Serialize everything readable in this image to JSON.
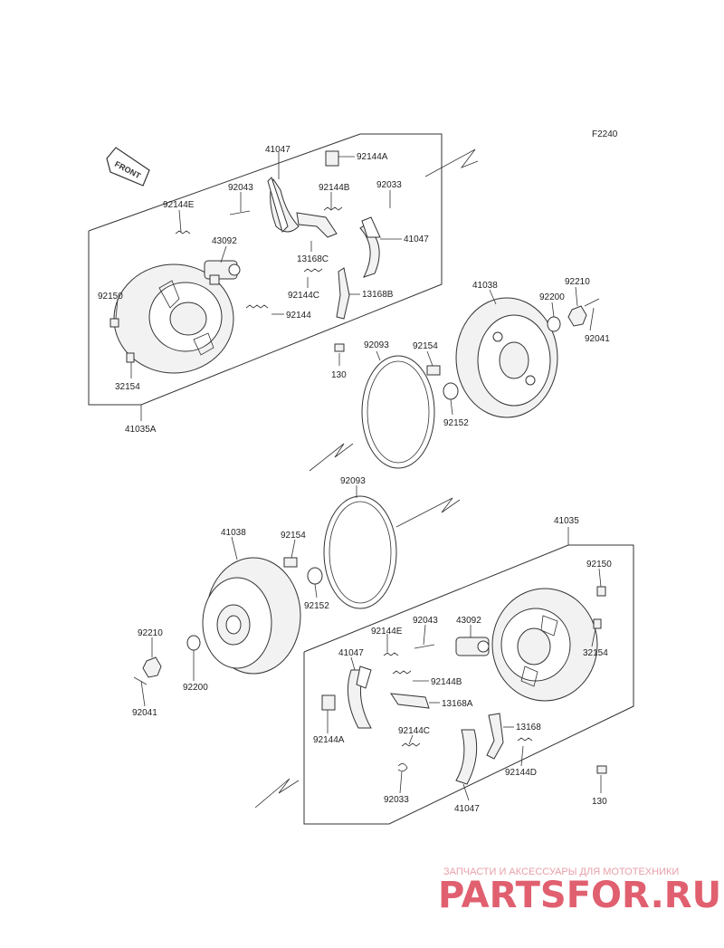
{
  "figure_code": "F2240",
  "front_label": "FRONT",
  "watermark": {
    "tagline": "ЗАПЧАСТИ И АКСЕССУАРЫ ДЛЯ МОТОТЕХНИКИ",
    "brand": "PARTSFOR.RU"
  },
  "labels": [
    {
      "id": "t-41047",
      "text": "41047"
    },
    {
      "id": "t-92144A",
      "text": "92144A"
    },
    {
      "id": "t-92043",
      "text": "92043"
    },
    {
      "id": "t-92144B",
      "text": "92144B"
    },
    {
      "id": "t-92033",
      "text": "92033"
    },
    {
      "id": "t-92144E",
      "text": "92144E"
    },
    {
      "id": "t-43092",
      "text": "43092"
    },
    {
      "id": "t-41047b",
      "text": "41047"
    },
    {
      "id": "t-13168C",
      "text": "13168C"
    },
    {
      "id": "t-92150",
      "text": "92150"
    },
    {
      "id": "t-92144C",
      "text": "92144C"
    },
    {
      "id": "t-13168B",
      "text": "13168B"
    },
    {
      "id": "t-92144",
      "text": "92144"
    },
    {
      "id": "t-32154",
      "text": "32154"
    },
    {
      "id": "t-130",
      "text": "130"
    },
    {
      "id": "t-41035A",
      "text": "41035A"
    },
    {
      "id": "t-41038",
      "text": "41038"
    },
    {
      "id": "t-92210",
      "text": "92210"
    },
    {
      "id": "t-92200",
      "text": "92200"
    },
    {
      "id": "t-92041",
      "text": "92041"
    },
    {
      "id": "t-92093",
      "text": "92093"
    },
    {
      "id": "t-92154",
      "text": "92154"
    },
    {
      "id": "t-92152",
      "text": "92152"
    },
    {
      "id": "b-92093",
      "text": "92093"
    },
    {
      "id": "b-41038",
      "text": "41038"
    },
    {
      "id": "b-92154",
      "text": "92154"
    },
    {
      "id": "b-92152",
      "text": "92152"
    },
    {
      "id": "b-92210",
      "text": "92210"
    },
    {
      "id": "b-92200",
      "text": "92200"
    },
    {
      "id": "b-92041",
      "text": "92041"
    },
    {
      "id": "b-41035",
      "text": "41035"
    },
    {
      "id": "b-92150",
      "text": "92150"
    },
    {
      "id": "b-32154",
      "text": "32154"
    },
    {
      "id": "b-92043",
      "text": "92043"
    },
    {
      "id": "b-43092",
      "text": "43092"
    },
    {
      "id": "b-92144E",
      "text": "92144E"
    },
    {
      "id": "b-41047",
      "text": "41047"
    },
    {
      "id": "b-92144B",
      "text": "92144B"
    },
    {
      "id": "b-13168A",
      "text": "13168A"
    },
    {
      "id": "b-92144A",
      "text": "92144A"
    },
    {
      "id": "b-92144C",
      "text": "92144C"
    },
    {
      "id": "b-13168",
      "text": "13168"
    },
    {
      "id": "b-92144D",
      "text": "92144D"
    },
    {
      "id": "b-92033",
      "text": "92033"
    },
    {
      "id": "b-41047b",
      "text": "41047"
    },
    {
      "id": "b-130",
      "text": "130"
    }
  ]
}
